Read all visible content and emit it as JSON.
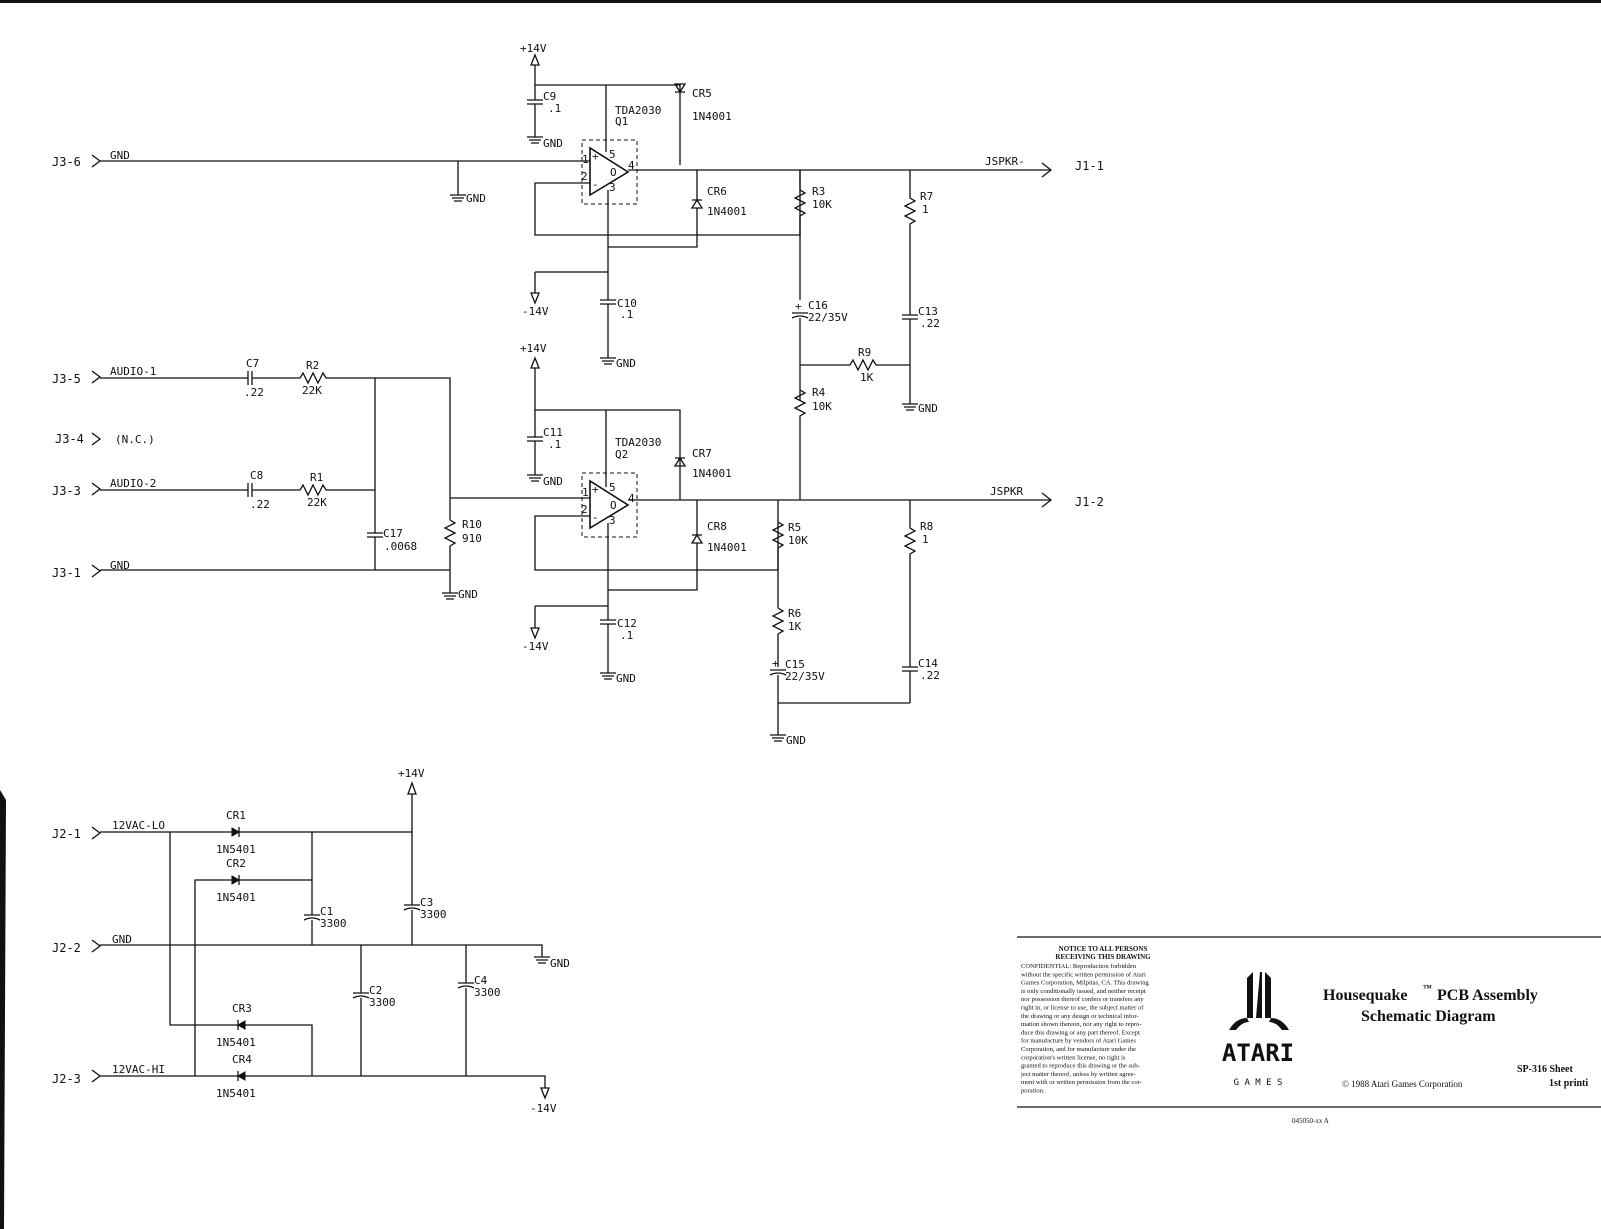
{
  "connectors": {
    "j3_6": "J3-6",
    "j3_5": "J3-5",
    "j3_4": "J3-4",
    "j3_3": "J3-3",
    "j3_1": "J3-1",
    "j1_1": "J1-1",
    "j1_2": "J1-2",
    "j2_1": "J2-1",
    "j2_2": "J2-2",
    "j2_3": "J2-3"
  },
  "nets": {
    "gnd_upper": "GND",
    "audio1": "AUDIO-1",
    "nc": "(N.C.)",
    "audio2": "AUDIO-2",
    "gnd_lower": "GND",
    "jspkr_minus": "JSPKR-",
    "jspkr": "JSPKR",
    "vac_lo": "12VAC-LO",
    "gnd_psu": "GND",
    "vac_hi": "12VAC-HI",
    "gnd_sym": "GND",
    "plus14": "+14V",
    "minus14": "-14V"
  },
  "components": {
    "c9": {
      "ref": "C9",
      "val": ".1"
    },
    "cr5": {
      "ref": "CR5",
      "val": "1N4001"
    },
    "q1": {
      "part": "TDA2030",
      "ref": "Q1"
    },
    "cr6": {
      "ref": "CR6",
      "val": "1N4001"
    },
    "r3": {
      "ref": "R3",
      "val": "10K"
    },
    "r7": {
      "ref": "R7",
      "val": "1"
    },
    "c10": {
      "ref": "C10",
      "val": ".1"
    },
    "c16": {
      "ref": "C16",
      "val": "22/35V"
    },
    "c13": {
      "ref": "C13",
      "val": ".22"
    },
    "r9": {
      "ref": "R9",
      "val": "1K"
    },
    "r4": {
      "ref": "R4",
      "val": "10K"
    },
    "c7": {
      "ref": "C7",
      "val": ".22"
    },
    "r2": {
      "ref": "R2",
      "val": "22K"
    },
    "c8": {
      "ref": "C8",
      "val": ".22"
    },
    "r1": {
      "ref": "R1",
      "val": "22K"
    },
    "c17": {
      "ref": "C17",
      "val": ".0068"
    },
    "r10": {
      "ref": "R10",
      "val": "910"
    },
    "c11": {
      "ref": "C11",
      "val": ".1"
    },
    "q2": {
      "part": "TDA2030",
      "ref": "Q2"
    },
    "cr7": {
      "ref": "CR7",
      "val": "1N4001"
    },
    "cr8": {
      "ref": "CR8",
      "val": "1N4001"
    },
    "r5": {
      "ref": "R5",
      "val": "10K"
    },
    "r8": {
      "ref": "R8",
      "val": "1"
    },
    "c12": {
      "ref": "C12",
      "val": ".1"
    },
    "r6": {
      "ref": "R6",
      "val": "1K"
    },
    "c15": {
      "ref": "C15",
      "val": "22/35V"
    },
    "c14": {
      "ref": "C14",
      "val": ".22"
    },
    "cr1": {
      "ref": "CR1",
      "val": "1N5401"
    },
    "cr2": {
      "ref": "CR2",
      "val": "1N5401"
    },
    "cr3": {
      "ref": "CR3",
      "val": "1N5401"
    },
    "cr4": {
      "ref": "CR4",
      "val": "1N5401"
    },
    "c1": {
      "ref": "C1",
      "val": "3300"
    },
    "c2": {
      "ref": "C2",
      "val": "3300"
    },
    "c3": {
      "ref": "C3",
      "val": "3300"
    },
    "c4": {
      "ref": "C4",
      "val": "3300"
    }
  },
  "pins": {
    "p1": "1",
    "p2": "2",
    "p3": "3",
    "p4": "4",
    "p5": "5",
    "plus": "+",
    "minus": "-",
    "o": "O"
  },
  "title_block": {
    "notice_title": "NOTICE TO ALL PERSONS",
    "notice_subtitle": "RECEIVING THIS DRAWING",
    "notice_lines": [
      "CONFIDENTIAL: Reproduction forbidden",
      "without the specific written permission of Atari",
      "Games Corporation, Milpitas, CA. This drawing",
      "is only conditionally issued, and neither receipt",
      "nor possession thereof confers or transfers any",
      "right in, or license to use, the subject matter of",
      "the drawing or any design or technical infor-",
      "mation shown thereon, nor any right to repro-",
      "duce this drawing or any part thereof. Except",
      "for manufacture by vendors of Atari Games",
      "Corporation, and for manufacture under the",
      "corporation's written license, no right is",
      "granted to reproduce this drawing or the sub-",
      "ject matter thereof, unless by written agree-",
      "ment with or written permission from the cor-",
      "poration."
    ],
    "logo_text": "ATARI",
    "logo_sub": "G A M E S",
    "title_line1": "Housequake",
    "trademark": "™",
    "title_line1b": "PCB Assembly",
    "title_line2": "Schematic Diagram",
    "copyright": "© 1988 Atari Games Corporation",
    "sheet": "SP-316  Sheet",
    "printing": "1st printi",
    "drawing_no": "045050-xx  A"
  }
}
